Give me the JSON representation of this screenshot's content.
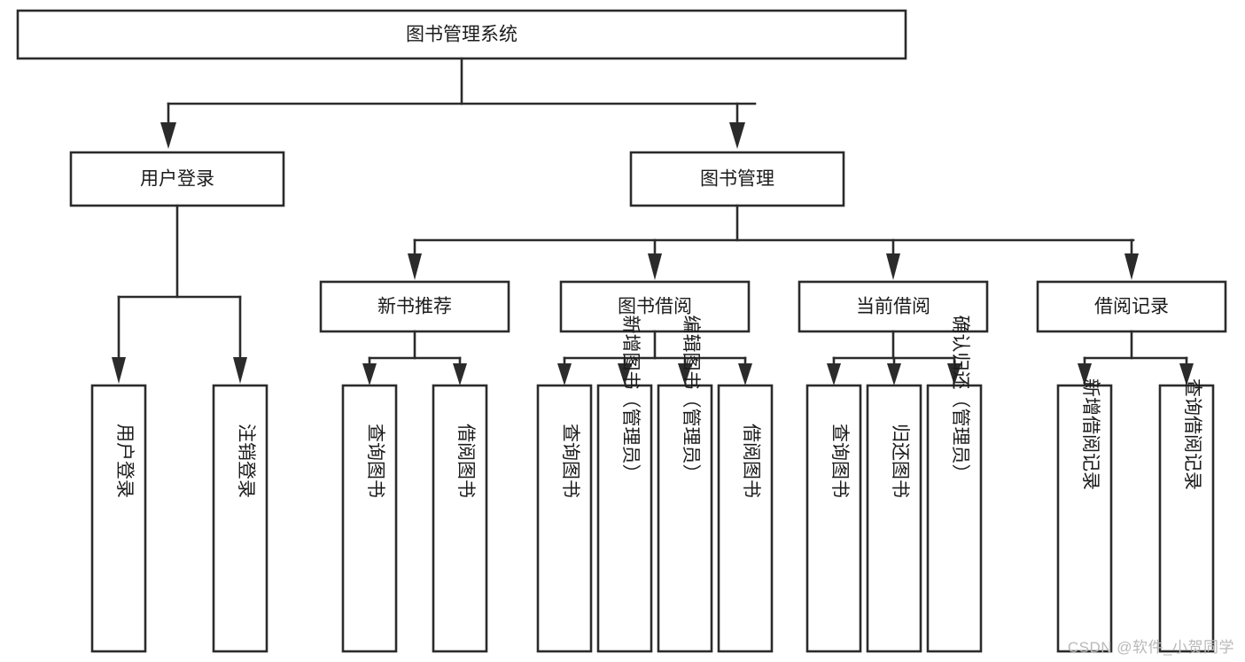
{
  "diagram": {
    "type": "tree",
    "title": "图书管理系统",
    "watermark": "CSDN @软件_小贺同学",
    "colors": {
      "background": "#ffffff",
      "stroke": "#2b2b2b",
      "box_fill": "#ffffff",
      "text": "#1b1b1b",
      "watermark": "#b9b9b9"
    },
    "root": {
      "id": "root",
      "label": "图书管理系统",
      "orientation": "horizontal"
    },
    "level1": [
      {
        "id": "user-login",
        "label": "用户登录",
        "orientation": "horizontal"
      },
      {
        "id": "book-manage",
        "label": "图书管理",
        "orientation": "horizontal"
      }
    ],
    "level2": [
      {
        "id": "new-book-recommend",
        "label": "新书推荐",
        "parent": "book-manage",
        "orientation": "horizontal"
      },
      {
        "id": "book-borrow",
        "label": "图书借阅",
        "parent": "book-manage",
        "orientation": "horizontal"
      },
      {
        "id": "current-borrow",
        "label": "当前借阅",
        "parent": "book-manage",
        "orientation": "horizontal"
      },
      {
        "id": "borrow-record",
        "label": "借阅记录",
        "parent": "book-manage",
        "orientation": "horizontal"
      }
    ],
    "leaves": [
      {
        "id": "leaf-user-login",
        "label": "用户登录",
        "parent": "user-login",
        "orientation": "vertical"
      },
      {
        "id": "leaf-logout-login",
        "label": "注销登录",
        "parent": "user-login",
        "orientation": "vertical"
      },
      {
        "id": "leaf-query-book-1",
        "label": "查询图书",
        "parent": "new-book-recommend",
        "orientation": "vertical"
      },
      {
        "id": "leaf-borrow-book-1",
        "label": "借阅图书",
        "parent": "new-book-recommend",
        "orientation": "vertical"
      },
      {
        "id": "leaf-query-book-2",
        "label": "查询图书",
        "parent": "book-borrow",
        "orientation": "vertical"
      },
      {
        "id": "leaf-add-book",
        "label": "新增图书（管理员）",
        "parent": "book-borrow",
        "orientation": "vertical"
      },
      {
        "id": "leaf-edit-book",
        "label": "编辑图书（管理员）",
        "parent": "book-borrow",
        "orientation": "vertical"
      },
      {
        "id": "leaf-borrow-book-2",
        "label": "借阅图书",
        "parent": "book-borrow",
        "orientation": "vertical"
      },
      {
        "id": "leaf-query-book-3",
        "label": "查询图书",
        "parent": "current-borrow",
        "orientation": "vertical"
      },
      {
        "id": "leaf-return-book",
        "label": "归还图书",
        "parent": "current-borrow",
        "orientation": "vertical"
      },
      {
        "id": "leaf-confirm-return",
        "label": "确认归还（管理员）",
        "parent": "current-borrow",
        "orientation": "vertical"
      },
      {
        "id": "leaf-add-record",
        "label": "新增借阅记录",
        "parent": "borrow-record",
        "orientation": "vertical"
      },
      {
        "id": "leaf-query-record",
        "label": "查询借阅记录",
        "parent": "borrow-record",
        "orientation": "vertical"
      }
    ]
  }
}
